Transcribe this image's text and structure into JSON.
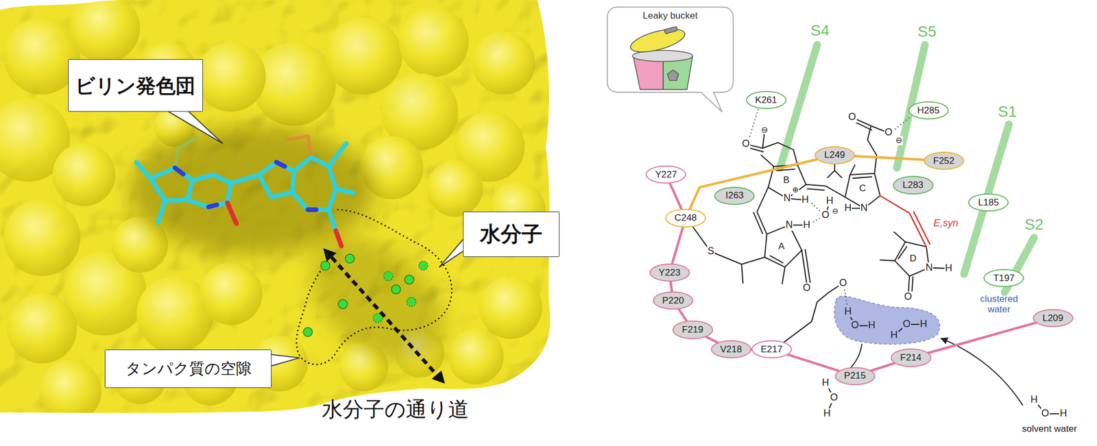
{
  "diagram": {
    "nodes": [
      {
        "text": [
          "ビリン発色団"
        ]
      },
      {
        "text": [
          "水分子"
        ]
      },
      {
        "text": [
          "タンパク質の空隙"
        ]
      },
      {
        "text": [
          "Leaky bucket"
        ]
      },
      {
        "text": [
          "K261"
        ]
      },
      {
        "text": [
          "H285"
        ]
      },
      {
        "text": [
          "L249"
        ]
      },
      {
        "text": [
          "F252"
        ]
      },
      {
        "text": [
          "Y227"
        ]
      },
      {
        "text": [
          "C248"
        ]
      },
      {
        "text": [
          "I263"
        ]
      },
      {
        "text": [
          "L283"
        ]
      },
      {
        "text": [
          "L185"
        ]
      },
      {
        "text": [
          "Y223"
        ]
      },
      {
        "text": [
          "T197"
        ]
      },
      {
        "text": [
          "P220"
        ]
      },
      {
        "text": [
          "L209"
        ]
      },
      {
        "text": [
          "F219"
        ]
      },
      {
        "text": [
          "V218"
        ]
      },
      {
        "text": [
          "E217"
        ]
      },
      {
        "text": [
          "F214"
        ]
      },
      {
        "text": [
          "P215"
        ]
      }
    ],
    "edges": [
      {
        "from": 8,
        "to": 9,
        "arrow": "none"
      },
      {
        "from": 9,
        "to": 13,
        "arrow": "none"
      },
      {
        "from": 13,
        "to": 15,
        "arrow": "none"
      },
      {
        "from": 15,
        "to": 17,
        "arrow": "none"
      },
      {
        "from": 17,
        "to": 18,
        "arrow": "none"
      },
      {
        "from": 18,
        "to": 19,
        "arrow": "none"
      },
      {
        "from": 19,
        "to": 21,
        "arrow": "none"
      },
      {
        "from": 21,
        "to": 20,
        "arrow": "none"
      },
      {
        "from": 20,
        "to": 16,
        "arrow": "none"
      },
      {
        "from": 9,
        "to": 6,
        "arrow": "none"
      },
      {
        "from": 6,
        "to": 7,
        "arrow": "none"
      }
    ],
    "labels": [
      "水分子の通り道",
      "S4",
      "S5",
      "S1",
      "S2",
      "O",
      "⊖",
      "O",
      "O",
      "⊖",
      "B",
      "C",
      "N",
      "⊕",
      "H",
      "H",
      "O",
      "⊖",
      "H",
      "N",
      "N",
      "H",
      "A",
      "S",
      "E,syn",
      "D",
      "N",
      "H",
      "O",
      "O",
      "O",
      "H",
      "O",
      "H",
      "H",
      "O",
      "H",
      "clustered water",
      "H",
      "O",
      "H",
      "H",
      "O",
      "H",
      "solvent water"
    ]
  }
}
